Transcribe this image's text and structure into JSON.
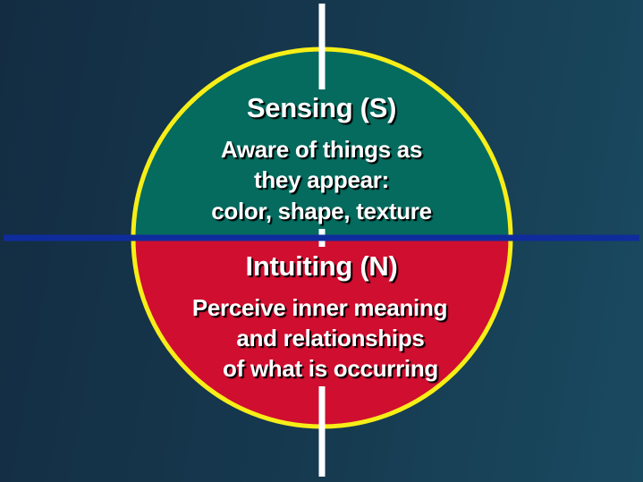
{
  "colors": {
    "background": "#163a50",
    "sensing_half": "#046b5e",
    "intuiting_half": "#d00e30",
    "circle_border": "#f7ee18",
    "vertical_axis": "#ffffff",
    "horizontal_axis": "#0f2c9c"
  },
  "sensing": {
    "title": "Sensing (S)",
    "lines": [
      "Aware of things as",
      "they appear:",
      "color, shape, texture"
    ]
  },
  "intuiting": {
    "title": "Intuiting (N)",
    "lines": [
      "Perceive inner meaning",
      "and relationships",
      "of what is occurring"
    ]
  }
}
